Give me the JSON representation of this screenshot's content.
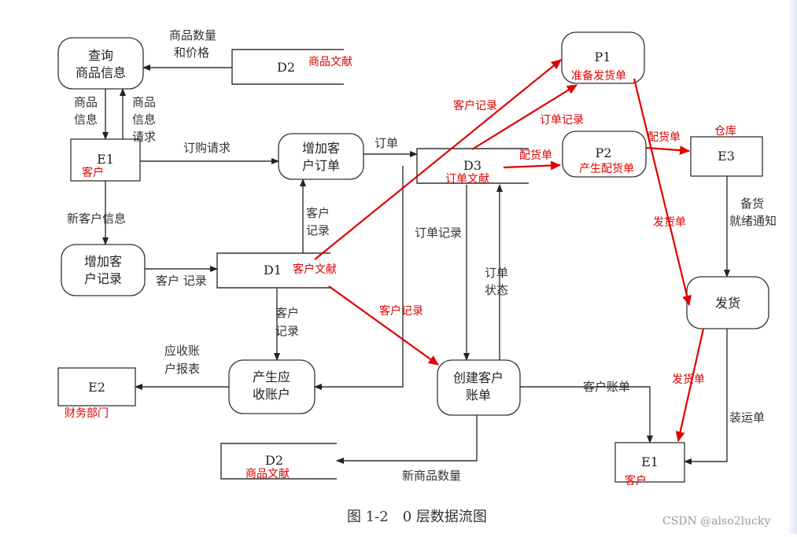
{
  "processes": {
    "query_goods": [
      "查询",
      "商品信息"
    ],
    "add_order": [
      "增加客",
      "户订单"
    ],
    "add_customer": [
      "增加客",
      "户记录"
    ],
    "gen_receivable": [
      "产生应",
      "收账户"
    ],
    "create_bill": [
      "创建客户",
      "账单"
    ],
    "ship": "发货",
    "p1": "P1",
    "p2": "P2"
  },
  "stores": {
    "d2_top": "D2",
    "d3": "D3",
    "d1": "D1",
    "d2_bottom": "D2"
  },
  "entities": {
    "e1_top": "E1",
    "e2": "E2",
    "e3": "E3",
    "e1_bottom": "E1"
  },
  "flows": {
    "qty_price": [
      "商品数量",
      "和价格"
    ],
    "goods_info": [
      "商品",
      "信息"
    ],
    "goods_info_req": [
      "商品",
      "信息",
      "请求"
    ],
    "order_request": "订购请求",
    "order": "订单",
    "new_customer_info": "新客户信息",
    "customer_record_up": [
      "客户",
      "记录"
    ],
    "customer_record_left": "客户 记录",
    "customer_record_down": [
      "客户",
      "记录"
    ],
    "order_record": "订单记录",
    "order_status": [
      "订单",
      "状态"
    ],
    "receivable_report": [
      "应收账",
      "户报表"
    ],
    "customer_bill": "客户账单",
    "new_goods_qty": "新商品数量",
    "stock_ready": [
      "备货",
      "就绪通知"
    ],
    "shipping_list": "装运单"
  },
  "annotations": {
    "goods_doc_top": "商品文献",
    "customer_top": "客户",
    "customer_doc": "客户文献",
    "order_doc": "订单文献",
    "prepare_ship": "准备发货单",
    "gen_picking": "产生配货单",
    "warehouse": "仓库",
    "finance": "财务部门",
    "goods_doc_bottom": "商品文献",
    "customer_bottom": "客户",
    "cust_rec_p1": "客户记录",
    "order_rec_p1": "订单记录",
    "picking_1": "配货单",
    "picking_2": "配货单",
    "ship_note_1": "发货单",
    "ship_note_2": "发货单",
    "cust_rec_bill": "客户记录"
  },
  "caption": "图 1-2　0 层数据流图",
  "watermark": "CSDN @also2lucky",
  "colors": {
    "annotation": "#e00000",
    "ink": "#333333"
  }
}
